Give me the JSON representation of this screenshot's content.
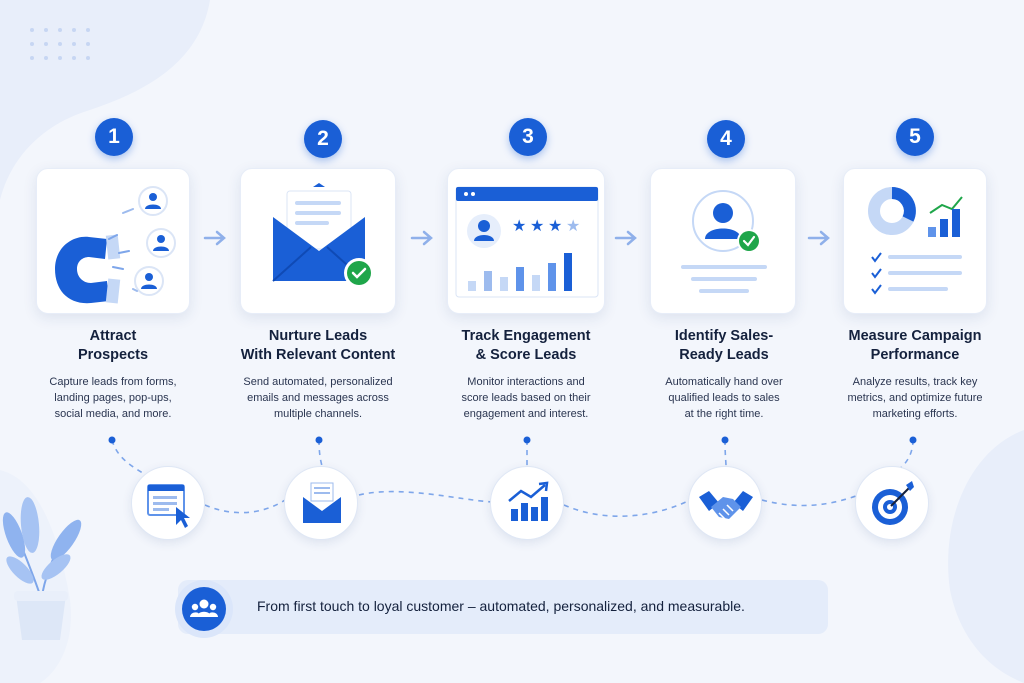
{
  "steps": [
    {
      "number": "1",
      "title_line1": "Attract",
      "title_line2": "Prospects",
      "desc_line1": "Capture leads from forms,",
      "desc_line2": "landing pages, pop-ups,",
      "desc_line3": "social media, and more."
    },
    {
      "number": "2",
      "title_line1": "Nurture Leads",
      "title_line2": "With Relevant Content",
      "desc_line1": "Send automated, personalized",
      "desc_line2": "emails and messages across",
      "desc_line3": "multiple channels."
    },
    {
      "number": "3",
      "title_line1": "Track Engagement",
      "title_line2": "& Score Leads",
      "desc_line1": "Monitor interactions and",
      "desc_line2": "score leads based on their",
      "desc_line3": "engagement and interest."
    },
    {
      "number": "4",
      "title_line1": "Identify Sales-",
      "title_line2": "Ready Leads",
      "desc_line1": "Automatically hand over",
      "desc_line2": "qualified leads to sales",
      "desc_line3": "at the right time."
    },
    {
      "number": "5",
      "title_line1": "Measure Campaign",
      "title_line2": "Performance",
      "desc_line1": "Analyze results, track key",
      "desc_line2": "metrics, and optimize future",
      "desc_line3": "marketing efforts."
    }
  ],
  "bottom_icons": [
    "web-form-cursor-icon",
    "envelope-icon",
    "growth-chart-icon",
    "handshake-icon",
    "target-icon"
  ],
  "banner": {
    "text": "From first touch to loyal customer – automated, personalized, and measurable.",
    "icon": "team-icon"
  },
  "colors": {
    "primary": "#1a5fd6",
    "secondary": "#5f93ea",
    "light": "#c5d8f6",
    "success": "#1fa64a",
    "background": "#f3f6fc"
  }
}
